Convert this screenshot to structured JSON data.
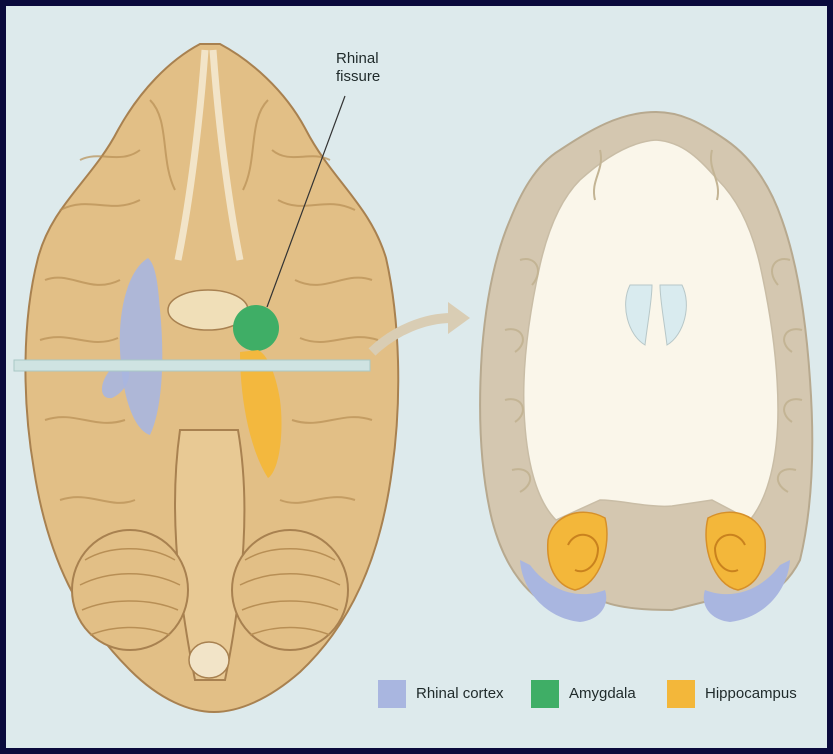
{
  "diagram": {
    "callout": {
      "line1": "Rhinal",
      "line2": "fissure"
    },
    "legend": [
      {
        "label": "Rhinal cortex",
        "color": "#a9b6e0"
      },
      {
        "label": "Amygdala",
        "color": "#3fae66"
      },
      {
        "label": "Hippocampus",
        "color": "#f3b73a"
      }
    ],
    "colors": {
      "background": "#ddeaec",
      "frame": "#0a0a3c",
      "brain_surface": "#e2bf86",
      "brain_shadow": "#b88f55",
      "gray_matter": "#d4c7b0",
      "white_matter": "#faf6ea"
    }
  }
}
